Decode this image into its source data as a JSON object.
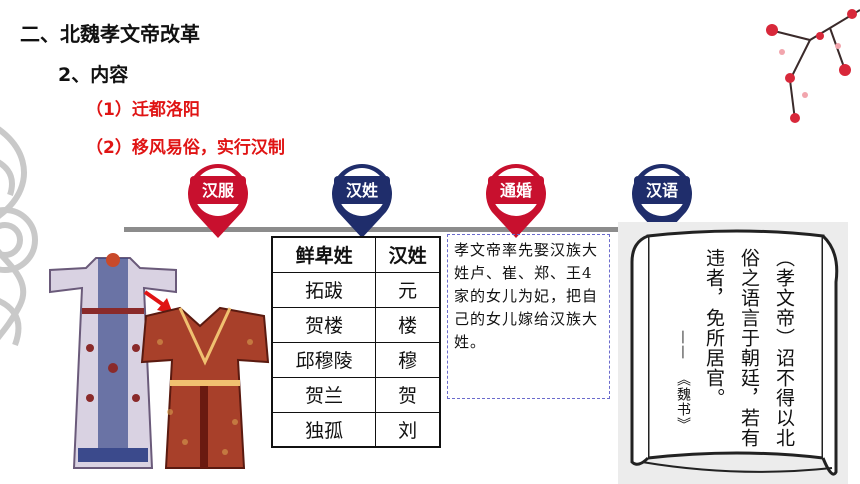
{
  "heading": "二、北魏孝文帝改革",
  "subheading": "2、内容",
  "points": [
    "（1）迁都洛阳",
    "（2）移风易俗，实行汉制"
  ],
  "timeline_pins": [
    {
      "label": "汉服",
      "color": "#c8102e"
    },
    {
      "label": "汉姓",
      "color": "#1f2d6b"
    },
    {
      "label": "通婚",
      "color": "#c8102e"
    },
    {
      "label": "汉语",
      "color": "#1f2d6b"
    }
  ],
  "surname_table": {
    "headers": [
      "鲜卑姓",
      "汉姓"
    ],
    "rows": [
      [
        "拓跋",
        "元"
      ],
      [
        "贺楼",
        "楼"
      ],
      [
        "邱穆陵",
        "穆"
      ],
      [
        "贺兰",
        "贺"
      ],
      [
        "独孤",
        "刘"
      ]
    ]
  },
  "marriage_note": "孝文帝率先娶汉族大姓卢、崔、郑、王4家的女儿为妃，把自己的女儿嫁给汉族大姓。",
  "edict": {
    "columns": [
      "（孝文帝）诏不得以北",
      "俗之语言于朝廷，若有",
      "违者，免所居官。",
      "——",
      "《魏书》"
    ]
  },
  "colors": {
    "accent_red": "#e01414",
    "pin_red": "#c8102e",
    "pin_navy": "#1f2d6b"
  }
}
